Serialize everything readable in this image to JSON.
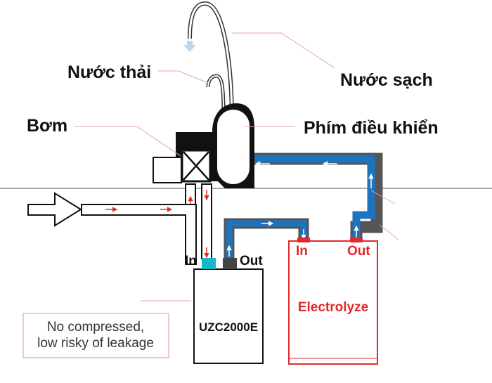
{
  "labels": {
    "waste_water": "Nước thải",
    "clean_water": "Nước sạch",
    "pump": "Bơm",
    "control_key": "Phím điều khiển"
  },
  "filter_unit": {
    "name": "UZC2000E",
    "in_label": "In",
    "out_label": "Out"
  },
  "electrolyze_unit": {
    "name": "Electrolyze",
    "in_label": "In",
    "out_label": "Out"
  },
  "note": {
    "line1": "No compressed,",
    "line2": "low risky of leakage"
  },
  "colors": {
    "flow_blue": "#1e73be",
    "arrow_red": "#e02a2a",
    "leader_red": "#e8a3a3",
    "frame_black": "#111111",
    "port_cyan": "#16b8c8"
  },
  "icons": {
    "pump": "pump-cross-box-icon",
    "faucet": "faucet-icon",
    "inlet": "inlet-arrow-icon"
  }
}
